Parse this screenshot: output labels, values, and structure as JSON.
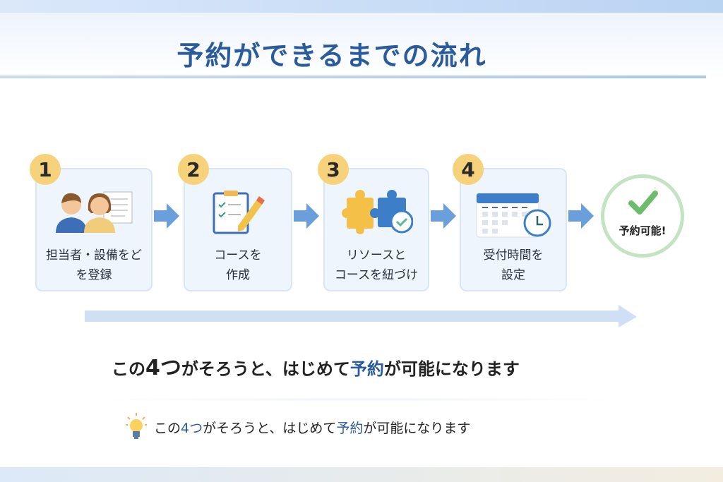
{
  "title": "予約ができるまでの流れ",
  "steps": [
    {
      "number": "1",
      "line1": "担当者・設備をど",
      "line2": "を登録",
      "icon": "people-icon"
    },
    {
      "number": "2",
      "line1": "コースを",
      "line2": "作成",
      "icon": "clipboard-pencil-icon"
    },
    {
      "number": "3",
      "line1": "リソースと",
      "line2": "コースを紐づけ",
      "icon": "puzzle-icon"
    },
    {
      "number": "4",
      "line1": "受付時間を",
      "line2": "設定",
      "icon": "calendar-clock-icon"
    }
  ],
  "result": "予約可能!",
  "message": {
    "p1": "この",
    "p2": "4つ",
    "p3": "がそろうと、はじめて",
    "p4": "予約",
    "p5": "が可能になります"
  },
  "tip": {
    "p1": "この",
    "p2": "4つ",
    "p3": "がそろうと、はじめて",
    "p4": "予約",
    "p5": "が可能になります"
  },
  "colors": {
    "accent": "#2a5b9a",
    "badge": "#f6d27a",
    "check": "#6dbb6d"
  }
}
